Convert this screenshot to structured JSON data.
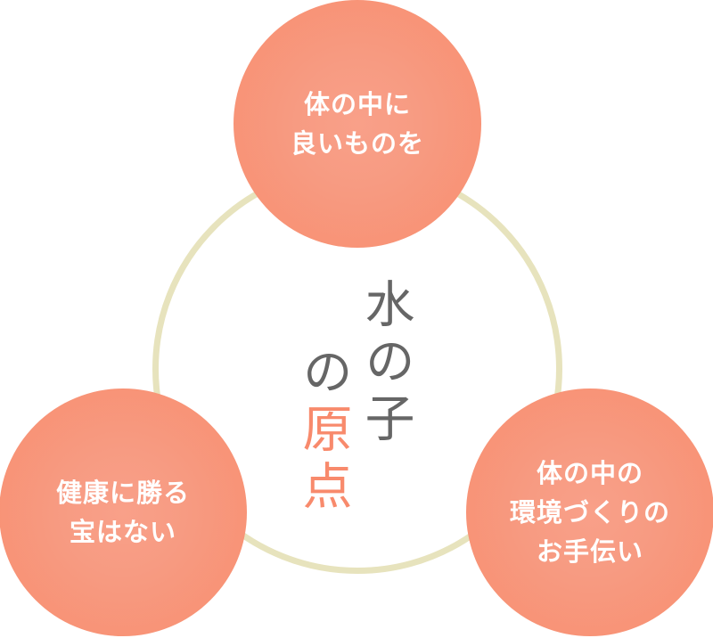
{
  "colors": {
    "bubble": "#f88d6e",
    "bubble_center": "#f9a089",
    "ring": "#e7e3bd",
    "title_dark": "#666666",
    "title_accent": "#f88a6c"
  },
  "center_title": {
    "column_right": "水の子",
    "column_left_dark": "の",
    "column_left_accent": "原点",
    "full_text": "水の子の原点"
  },
  "bubbles": [
    {
      "position": "top",
      "lines": [
        "体の中に",
        "良いものを"
      ]
    },
    {
      "position": "bottom-left",
      "lines": [
        "健康に勝る",
        "宝はない"
      ]
    },
    {
      "position": "bottom-right",
      "lines": [
        "体の中の",
        "環境づくりの",
        "お手伝い"
      ]
    }
  ]
}
